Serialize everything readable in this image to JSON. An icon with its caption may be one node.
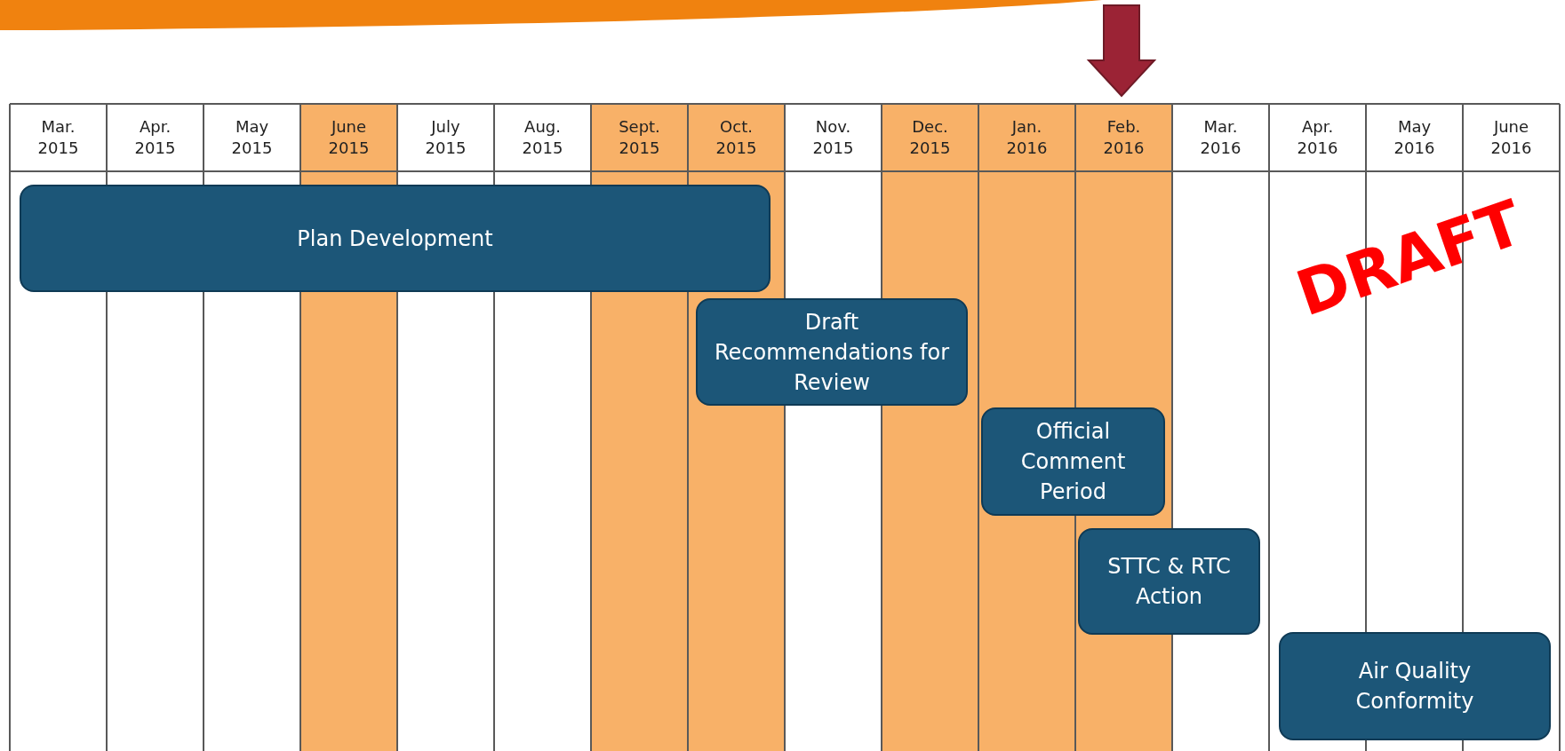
{
  "diagram": {
    "nodes": [
      {
        "text": [
          "Plan Development"
        ]
      },
      {
        "text": [
          "Draft Recommendations for Review"
        ]
      },
      {
        "text": [
          "Official Comment Period"
        ]
      },
      {
        "text": [
          "STTC & RTC Action"
        ]
      },
      {
        "text": [
          "Air Quality Conformity"
        ]
      }
    ],
    "labels": [
      "Mar. 2015",
      "Apr. 2015",
      "May 2015",
      "June 2015",
      "July 2015",
      "Aug. 2015",
      "Sept. 2015",
      "Oct. 2015",
      "Nov. 2015",
      "Dec. 2015",
      "Jan. 2016",
      "Feb. 2016",
      "Mar. 2016",
      "Apr. 2016",
      "May 2016",
      "June 2016",
      "DRAFT"
    ]
  }
}
